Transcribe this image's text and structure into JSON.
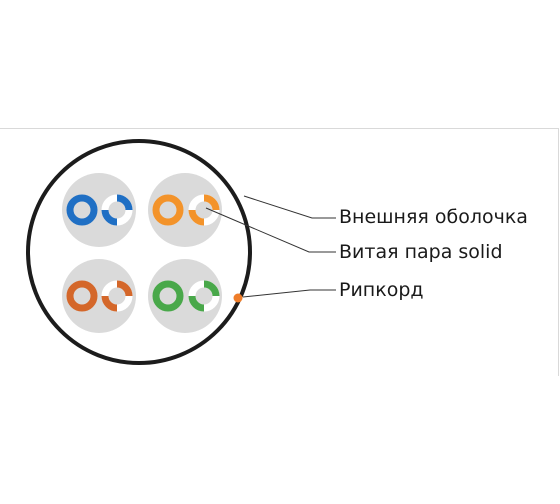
{
  "labels": {
    "outer_sheath": "Внешняя оболочка",
    "twisted_pair": "Витая пара solid",
    "ripcord": "Рипкорд"
  },
  "colors": {
    "sheath": "#1c1c1c",
    "pair_background": "#dadada",
    "pair_blue": "#1f6fc4",
    "pair_orange": "#f3932a",
    "pair_brown": "#d4672a",
    "pair_green": "#49a84a",
    "ripcord": "#ef7d2a",
    "leader_line": "#333333"
  },
  "pairs": [
    {
      "name": "blue",
      "color_key": "pair_blue"
    },
    {
      "name": "orange",
      "color_key": "pair_orange"
    },
    {
      "name": "brown",
      "color_key": "pair_brown"
    },
    {
      "name": "green",
      "color_key": "pair_green"
    }
  ]
}
